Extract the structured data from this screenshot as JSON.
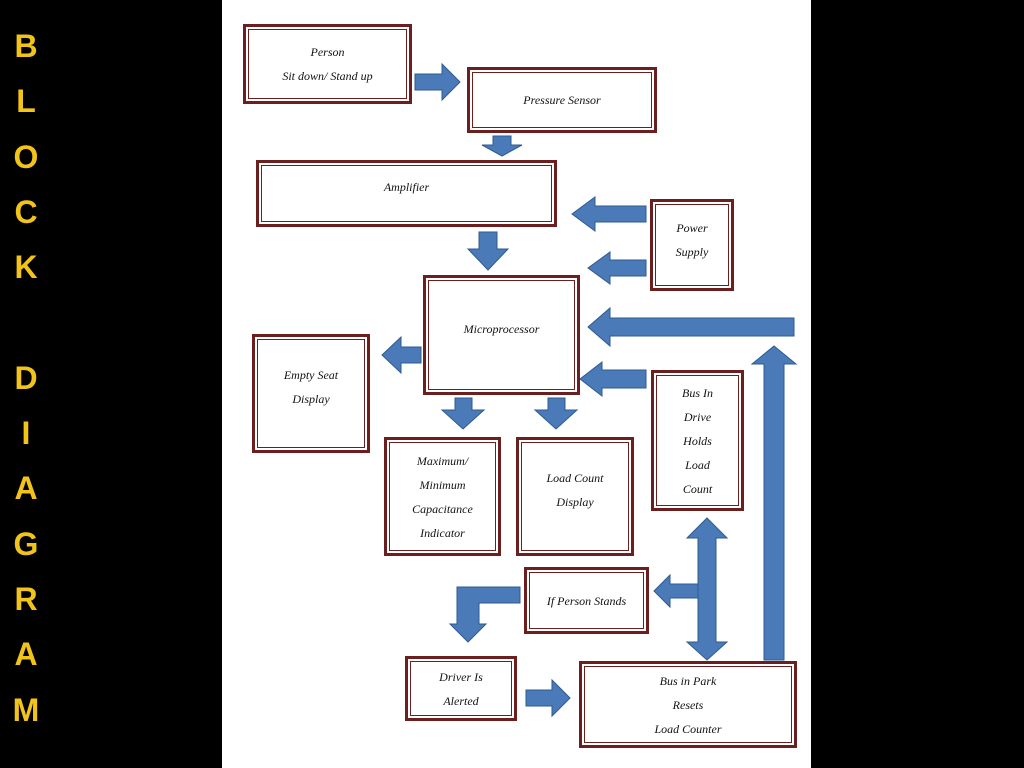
{
  "side_title": [
    "B",
    "L",
    "O",
    "C",
    "K",
    "",
    "D",
    "I",
    "A",
    "G",
    "R",
    "A",
    "M"
  ],
  "colors": {
    "title": "#f2c318",
    "arrow": "#4a7ab8",
    "border": "#6b1f1f"
  },
  "boxes": {
    "person": "Person\nSit down/ Stand up",
    "pressure_sensor": "Pressure Sensor",
    "amplifier": "Amplifier",
    "power_supply": "Power\nSupply",
    "microprocessor": "Microprocessor",
    "empty_seat_display": "Empty Seat\nDisplay",
    "max_min_capacitance": "Maximum/\nMinimum\nCapacitance\nIndicator",
    "load_count_display": "Load Count\nDisplay",
    "bus_in_drive": "Bus In\nDrive\nHolds\nLoad\nCount",
    "if_person_stands": "If Person Stands",
    "driver_is_alerted": "Driver Is\nAlerted",
    "bus_in_park": "Bus in Park\nResets\nLoad Counter"
  }
}
